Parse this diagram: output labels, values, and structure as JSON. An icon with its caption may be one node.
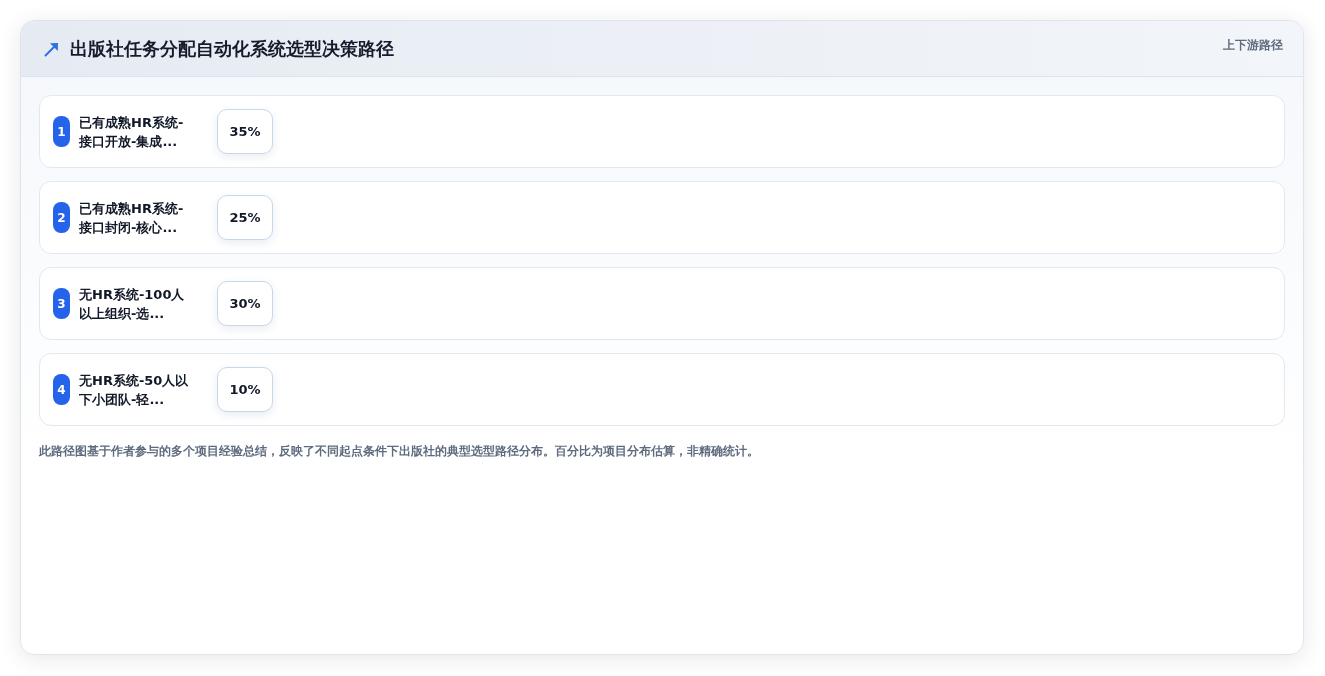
{
  "diagram": {
    "title": "出版社任务分配自动化系统选型决策路径",
    "caption": "此路径图基于作者参与的多个项目经验总结，反映了不同起点条件下出版社的典型选型路径分布。百分比为项目分布估算，非精确统计。",
    "nodes": [
      {
        "text": [
          "已有成熟HR系统-接口开放-集成..."
        ]
      },
      {
        "text": [
          "1"
        ],
        "in": 0
      },
      {
        "text": [
          "35%"
        ],
        "in": 0
      },
      {
        "text": [
          "已有成熟HR系统-接口封闭-核心..."
        ]
      },
      {
        "text": [
          "2"
        ],
        "in": 3
      },
      {
        "text": [
          "25%"
        ],
        "in": 3
      },
      {
        "text": [
          "无HR系统-100人以上组织-选..."
        ]
      },
      {
        "text": [
          "3"
        ],
        "in": 6
      },
      {
        "text": [
          "30%"
        ],
        "in": 6
      },
      {
        "text": [
          "无HR系统-50人以下小团队-轻..."
        ]
      },
      {
        "text": [
          "4"
        ],
        "in": 9
      },
      {
        "text": [
          "10%"
        ],
        "in": 9
      }
    ],
    "labels": [
      "上下游路径"
    ]
  }
}
